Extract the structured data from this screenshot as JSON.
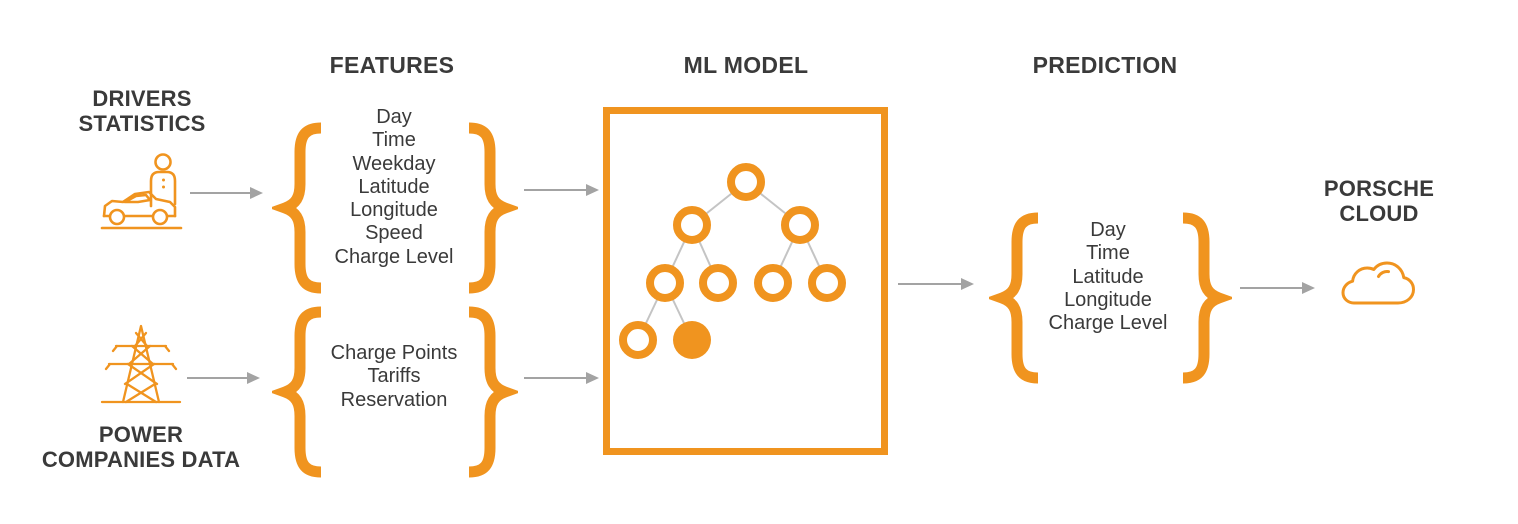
{
  "colors": {
    "orange": "#F0941F",
    "dark_text": "#3A3A3A",
    "arrow_gray": "#A3A3A3",
    "tree_edge_gray": "#C4C4C4"
  },
  "headings": {
    "features": "FEATURES",
    "ml_model": "ML MODEL",
    "prediction": "PREDICTION"
  },
  "sources": {
    "drivers": {
      "lines": [
        "DRIVERS",
        "STATISTICS"
      ],
      "icon": "driver-car-icon"
    },
    "power": {
      "lines": [
        "POWER",
        "COMPANIES DATA"
      ],
      "icon": "power-tower-icon"
    }
  },
  "feature_groups": [
    {
      "items": [
        "Day",
        "Time",
        "Weekday",
        "Latitude",
        "Longitude",
        "Speed",
        "Charge Level"
      ]
    },
    {
      "items": [
        "Charge Points",
        "Tariffs",
        "Reservation"
      ]
    }
  ],
  "ml_model": {
    "tree": {
      "type": "binary decision tree",
      "node_count": 9,
      "nodes_per_level": [
        1,
        2,
        4,
        2
      ],
      "edges": [
        [
          "root",
          "L"
        ],
        [
          "root",
          "R"
        ],
        [
          "L",
          "LL"
        ],
        [
          "L",
          "LR"
        ],
        [
          "R",
          "RL"
        ],
        [
          "R",
          "RR"
        ],
        [
          "LL",
          "LLL"
        ],
        [
          "LL",
          "LLR"
        ]
      ],
      "filled_node": "LLR"
    }
  },
  "prediction": {
    "items": [
      "Day",
      "Time",
      "Latitude",
      "Longitude",
      "Charge Level"
    ]
  },
  "destination": {
    "lines": [
      "PORSCHE",
      "CLOUD"
    ],
    "icon": "cloud-icon"
  },
  "connections": [
    "drivers-statistics -> features-group-1",
    "power-companies-data -> features-group-2",
    "features-group-1 -> ml-model",
    "features-group-2 -> ml-model",
    "ml-model -> prediction",
    "prediction -> porsche-cloud"
  ]
}
